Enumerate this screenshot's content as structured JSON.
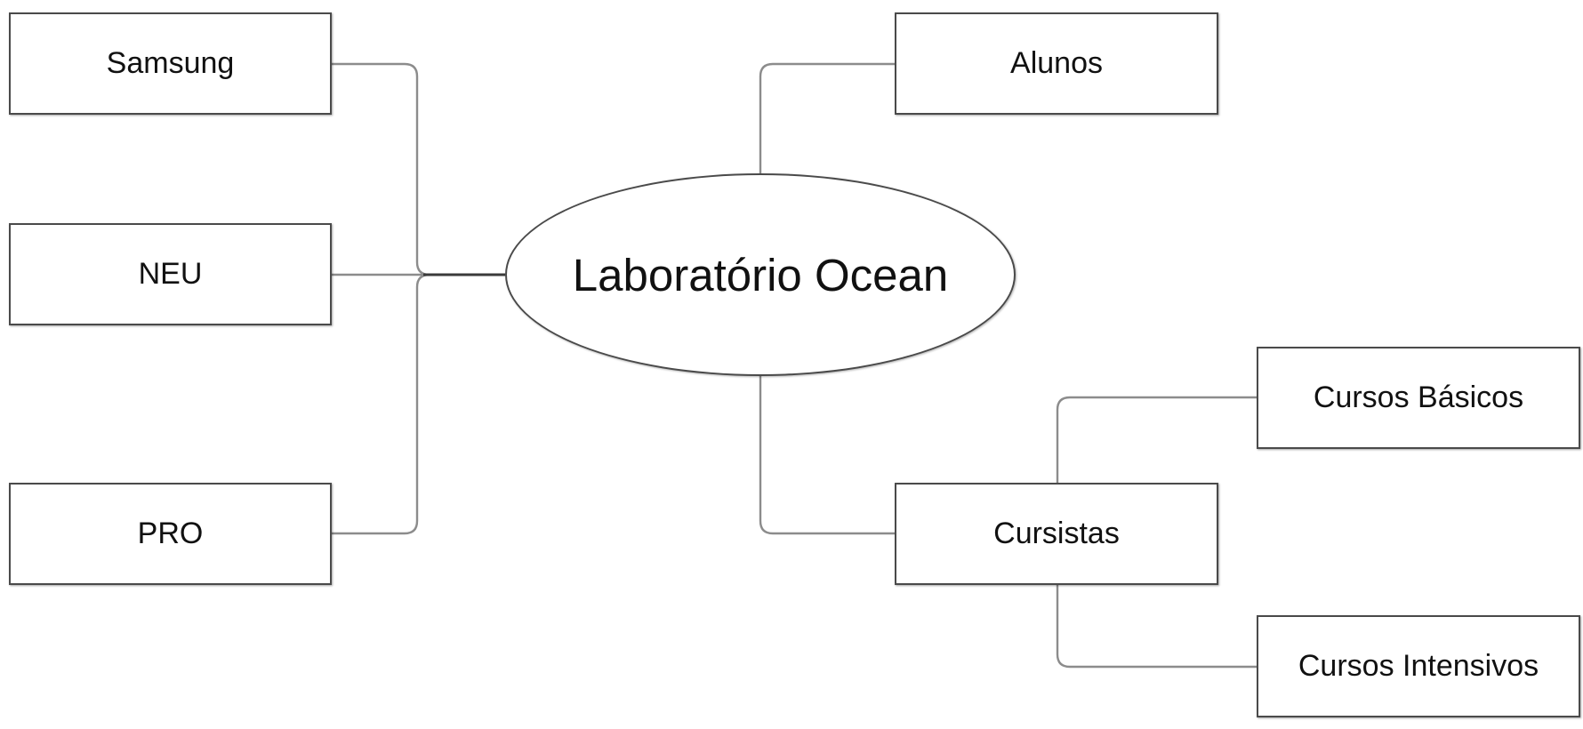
{
  "diagram": {
    "central": {
      "label": "Laboratório Ocean"
    },
    "left_branches": [
      {
        "label": "Samsung"
      },
      {
        "label": "NEU"
      },
      {
        "label": "PRO"
      }
    ],
    "right_branches": [
      {
        "label": "Alunos"
      },
      {
        "label": "Cursistas",
        "children": [
          {
            "label": "Cursos Básicos"
          },
          {
            "label": "Cursos Intensivos"
          }
        ]
      }
    ]
  }
}
